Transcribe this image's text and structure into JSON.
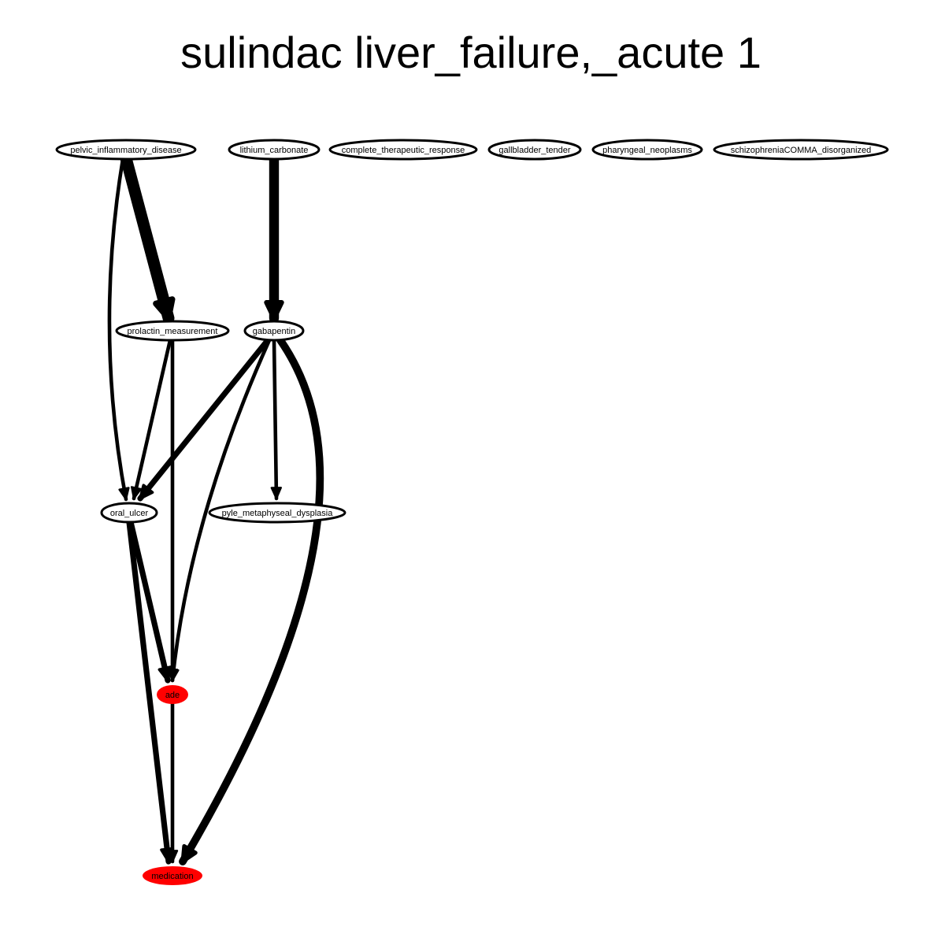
{
  "title": "sulindac liver_failure,_acute 1",
  "colors": {
    "highlight_fill": "#ff0000",
    "default_fill": "#ffffff",
    "stroke": "#000000"
  },
  "nodes": [
    {
      "id": "pelvic_inflammatory_disease",
      "label": "pelvic_inflammatory_disease",
      "highlighted": false
    },
    {
      "id": "lithium_carbonate",
      "label": "lithium_carbonate",
      "highlighted": false
    },
    {
      "id": "complete_therapeutic_response",
      "label": "complete_therapeutic_response",
      "highlighted": false
    },
    {
      "id": "gallbladder_tender",
      "label": "gallbladder_tender",
      "highlighted": false
    },
    {
      "id": "pharyngeal_neoplasms",
      "label": "pharyngeal_neoplasms",
      "highlighted": false
    },
    {
      "id": "schizophreniaCOMMA_disorganized",
      "label": "schizophreniaCOMMA_disorganized",
      "highlighted": false
    },
    {
      "id": "prolactin_measurement",
      "label": "prolactin_measurement",
      "highlighted": false
    },
    {
      "id": "gabapentin",
      "label": "gabapentin",
      "highlighted": false
    },
    {
      "id": "oral_ulcer",
      "label": "oral_ulcer",
      "highlighted": false
    },
    {
      "id": "pyle_metaphyseal_dysplasia",
      "label": "pyle_metaphyseal_dysplasia",
      "highlighted": false
    },
    {
      "id": "ade",
      "label": "ade",
      "highlighted": true
    },
    {
      "id": "medication",
      "label": "medication",
      "highlighted": true
    }
  ],
  "edges": [
    {
      "from": "pelvic_inflammatory_disease",
      "to": "prolactin_measurement",
      "weight": 5
    },
    {
      "from": "pelvic_inflammatory_disease",
      "to": "oral_ulcer",
      "weight": 1
    },
    {
      "from": "lithium_carbonate",
      "to": "gabapentin",
      "weight": 4
    },
    {
      "from": "prolactin_measurement",
      "to": "oral_ulcer",
      "weight": 1
    },
    {
      "from": "prolactin_measurement",
      "to": "ade",
      "weight": 1
    },
    {
      "from": "gabapentin",
      "to": "oral_ulcer",
      "weight": 2
    },
    {
      "from": "gabapentin",
      "to": "ade",
      "weight": 1
    },
    {
      "from": "gabapentin",
      "to": "pyle_metaphyseal_dysplasia",
      "weight": 1
    },
    {
      "from": "gabapentin",
      "to": "medication",
      "weight": 3
    },
    {
      "from": "oral_ulcer",
      "to": "ade",
      "weight": 2
    },
    {
      "from": "oral_ulcer",
      "to": "medication",
      "weight": 2
    },
    {
      "from": "ade",
      "to": "medication",
      "weight": 1
    }
  ]
}
